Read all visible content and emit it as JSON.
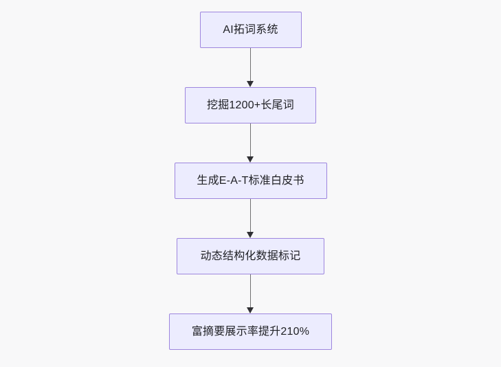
{
  "diagram": {
    "type": "flowchart",
    "direction": "top-to-bottom",
    "background_color": "#f8f8f9",
    "node_fill_color": "#ececfe",
    "node_border_color": "#9d85de",
    "node_text_color": "#1f2024",
    "connector_line_color": "#6f6f70",
    "connector_arrow_color": "#2f2f33",
    "nodes": [
      {
        "id": "n1",
        "label": "AI拓词系统"
      },
      {
        "id": "n2",
        "label": "挖掘1200+长尾词"
      },
      {
        "id": "n3",
        "label": "生成E-A-T标准白皮书"
      },
      {
        "id": "n4",
        "label": "动态结构化数据标记"
      },
      {
        "id": "n5",
        "label": "富摘要展示率提升210%"
      }
    ],
    "edges": [
      {
        "from": "n1",
        "to": "n2",
        "arrow": "arrow-down-icon"
      },
      {
        "from": "n2",
        "to": "n3",
        "arrow": "arrow-down-icon"
      },
      {
        "from": "n3",
        "to": "n4",
        "arrow": "arrow-down-icon"
      },
      {
        "from": "n4",
        "to": "n5",
        "arrow": "arrow-down-icon"
      }
    ]
  }
}
